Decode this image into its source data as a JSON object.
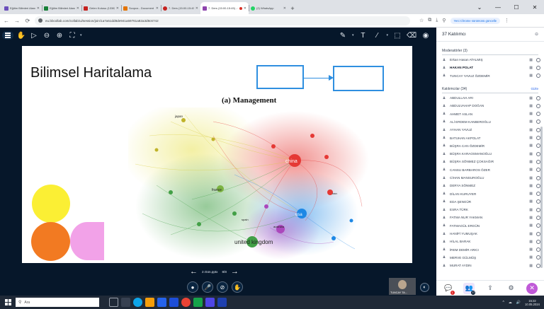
{
  "browser": {
    "tabs": [
      {
        "title": "Eğitim Bilimleri Alanında Uluslar",
        "color": "#6b4fbb"
      },
      {
        "title": "Eğitim Bilimleri Alanında Ulus",
        "color": "#188038"
      },
      {
        "title": "Gelen Kutusu (1338) - hakanp",
        "color": "#c5221f"
      },
      {
        "title": "Scopus - Document search res",
        "color": "#e37400"
      },
      {
        "title": "7. Ders (15:00-15:45)",
        "color": "#c5221f"
      },
      {
        "title": "7. Ders (15:00-15:45) - Co",
        "color": "#8e44ad",
        "active": true
      },
      {
        "title": "(2) WhatsApp",
        "color": "#25d366"
      }
    ],
    "new_tab": "+",
    "window_controls": {
      "collapse": "⌄",
      "minimize": "—",
      "maximize": "☐",
      "close": "✕"
    },
    "nav": {
      "back": "←",
      "forward": "→",
      "reload": "⟳"
    },
    "url": "eu.bbcollab.com/collab/ui/session/join/1a7a51dd8de941a59761a82a3d8c6742",
    "right_icons": {
      "star": "☆",
      "ext": "⧉",
      "download": "⤓",
      "pin": "⚲",
      "menu": "⋮"
    },
    "chrome_update": "Yeni Chrome sürümünü güncelle"
  },
  "toolbar": {
    "menu": "≡",
    "tools": {
      "pan": "✋",
      "select": "▷",
      "zoom_out": "⊖",
      "zoom_in": "⊕",
      "fit": "⛶",
      "pen": "✎",
      "text": "T",
      "line": "⁄",
      "shapes": "⬚",
      "clear": "⌫",
      "settings": "◉"
    },
    "chevron": "▾"
  },
  "slide": {
    "title": "Bilimsel Haritalama",
    "caption": "(a) Management",
    "labels": {
      "china": "china",
      "united_kingdom": "united kingdom",
      "japan": "japan",
      "france": "france",
      "usa": "usa",
      "spain": "spain",
      "australia": "australia",
      "iran": "iran"
    }
  },
  "pager": {
    "prev": "←",
    "next": "→",
    "page_label": "2.Gün.pptx",
    "count": "8/8"
  },
  "actions": {
    "participant": "●",
    "mic": "🎤",
    "camera": "⊘",
    "hand": "✋"
  },
  "webcam": {
    "name": "TUNCAY TA..."
  },
  "cam_min": "◐",
  "panel": {
    "title": "37 Katılımcı",
    "close": "⊖",
    "moderators_heading": "Moderatörler (3)",
    "moderators": [
      {
        "name": "Erkan Hasan ATALMIŞ",
        "bold": false
      },
      {
        "name": "HAKAN POLAT",
        "bold": true
      },
      {
        "name": "TUNCAY YAVUZ ÖZDEMİR",
        "bold": false
      }
    ],
    "participants_heading": "Katılımcılar (34)",
    "participants_link": "Gizle",
    "participants": [
      "ABDULLAH ARI",
      "ABDULVAHAP DOĞAN",
      "AHMET ASLAN",
      "ALİ ERDEM KANBEROĞLU",
      "AYHAN YAVUZ",
      "BATUHAN AKPOLAT",
      "BÜŞRA CAN ÖZDEMİR",
      "BÜŞRA KARAOSMANOĞLU",
      "BÜŞRA SÖNMEZ ÇOKSAĞIR",
      "CANSU BARBAROS ÖZER",
      "CİHAN MANSUROĞLU",
      "DERYA SÖNMEZ",
      "DİLAN KURUYER",
      "EDA ŞENGÜR",
      "ESRA TÜRK",
      "FATMA NUR YAKMAN",
      "FATMAGÜL ERGÜN",
      "HANİFİ YUMUŞAK",
      "HİLAL BARAK",
      "İREM DEMİR ARICI",
      "MERVE GÜLMÜŞ",
      "MURAT AYDIN"
    ],
    "footer": {
      "chat": "💬",
      "chat_badge": "1",
      "people": "👥",
      "people_badge": "37",
      "share": "⇪",
      "settings": "⚙",
      "close": "✕"
    }
  },
  "taskbar": {
    "search_placeholder": "Ara",
    "search_icon": "⚲",
    "tray": {
      "chevron": "^",
      "network": "☁",
      "volume": "🔊"
    },
    "time": "15:22",
    "date": "10.05.2024"
  },
  "colors": {
    "app_bg": "#06172a",
    "accent": "#2f8fe0",
    "panel_bg": "#ffffff",
    "taskbar": "#1f2937"
  }
}
